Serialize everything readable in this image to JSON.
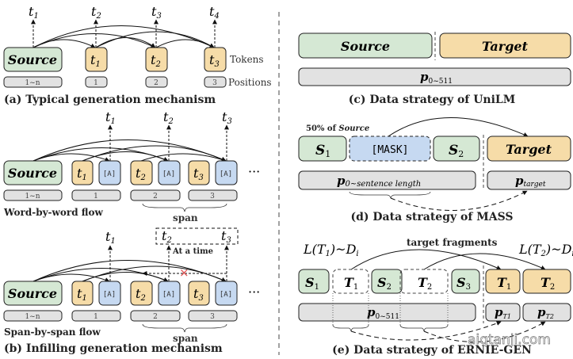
{
  "colors": {
    "source": "#d5e8d4",
    "target": "#f6dca8",
    "mask": "#c6d9f1",
    "position": "#e2e2e2",
    "cross": "#e05050"
  },
  "a": {
    "outputs": [
      "t",
      "t",
      "t",
      "t"
    ],
    "output_subs": [
      "1",
      "2",
      "3",
      "4"
    ],
    "source": "Source",
    "tokens": [
      "t",
      "t",
      "t"
    ],
    "token_subs": [
      "1",
      "2",
      "3"
    ],
    "tokens_label": "Tokens",
    "positions": [
      "1~n",
      "1",
      "2",
      "3"
    ],
    "positions_label": "Positions",
    "caption": "(a) Typical generation mechanism"
  },
  "b": {
    "outputs": [
      "t",
      "t",
      "t"
    ],
    "output_subs": [
      "1",
      "2",
      "3"
    ],
    "source": "Source",
    "tokens": [
      "t",
      "t",
      "t"
    ],
    "token_subs": [
      "1",
      "2",
      "3"
    ],
    "attn": "[A]",
    "positions": [
      "1~n",
      "1",
      "2",
      "3"
    ],
    "ellipsis": "···",
    "span": "span",
    "flow1": "Word-by-word flow",
    "flow2": "Span-by-span flow",
    "at_a_time": "At a time",
    "cross": "×",
    "caption": "(b) Infilling generation mechanism"
  },
  "c": {
    "source": "Source",
    "target": "Target",
    "pos": "p",
    "pos_sub": "0~511",
    "caption": "(c) Data strategy of UniLM"
  },
  "d": {
    "note_prefix": "50% of ",
    "note_source": "Source",
    "s1": "S",
    "s1_sub": "1",
    "mask": "[MASK]",
    "s2": "S",
    "s2_sub": "2",
    "target": "Target",
    "pos": "p",
    "pos_sub": "0~sentence length",
    "pos_target": "p",
    "pos_target_sub": "target",
    "caption": "(d) Data strategy of MASS"
  },
  "e": {
    "l1": "L(T",
    "l1_sub": "1",
    "l1_rest": ")~D",
    "l1_di": "i",
    "fragments": "target fragments",
    "l2": "L(T",
    "l2_sub": "2",
    "l2_rest": ")~D",
    "l2_di": "i",
    "s": [
      "S",
      "S",
      "S"
    ],
    "s_subs": [
      "1",
      "2",
      "3"
    ],
    "t": [
      "T",
      "T"
    ],
    "t_subs": [
      "1",
      "2"
    ],
    "pos": "p",
    "pos_sub": "0~511",
    "pt": [
      "p",
      "p"
    ],
    "pt_subs": [
      "T1",
      "T2"
    ],
    "caption": "(e) Data strategy of ERNIE-GEN"
  },
  "watermark": "aiqtanji.com"
}
